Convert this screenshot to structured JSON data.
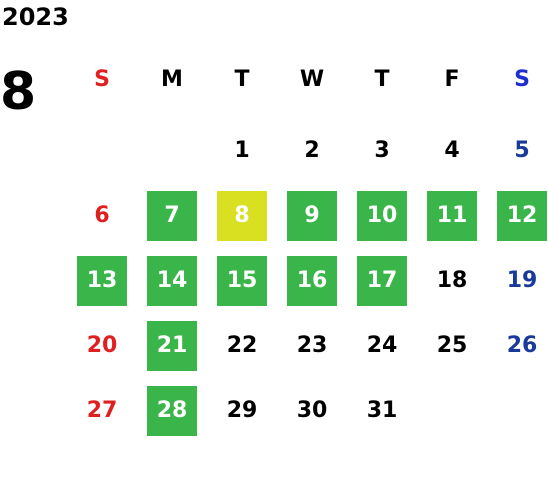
{
  "calendar": {
    "year": "2023",
    "month": "8",
    "colors": {
      "sunday": "#e02020",
      "saturday": "#1a3a9a",
      "weekday": "#000000",
      "highlight_bg": "#3ab54a",
      "today_bg": "#d8e021",
      "highlight_text": "#ffffff"
    },
    "weekdays": [
      "S",
      "M",
      "T",
      "W",
      "T",
      "F",
      "S"
    ],
    "days": [
      {
        "day": "1",
        "weekday": 2,
        "week": 0,
        "state": "normal"
      },
      {
        "day": "2",
        "weekday": 3,
        "week": 0,
        "state": "normal"
      },
      {
        "day": "3",
        "weekday": 4,
        "week": 0,
        "state": "normal"
      },
      {
        "day": "4",
        "weekday": 5,
        "week": 0,
        "state": "normal"
      },
      {
        "day": "5",
        "weekday": 6,
        "week": 0,
        "state": "normal"
      },
      {
        "day": "6",
        "weekday": 0,
        "week": 1,
        "state": "normal"
      },
      {
        "day": "7",
        "weekday": 1,
        "week": 1,
        "state": "highlight"
      },
      {
        "day": "8",
        "weekday": 2,
        "week": 1,
        "state": "today"
      },
      {
        "day": "9",
        "weekday": 3,
        "week": 1,
        "state": "highlight"
      },
      {
        "day": "10",
        "weekday": 4,
        "week": 1,
        "state": "highlight"
      },
      {
        "day": "11",
        "weekday": 5,
        "week": 1,
        "state": "highlight"
      },
      {
        "day": "12",
        "weekday": 6,
        "week": 1,
        "state": "highlight"
      },
      {
        "day": "13",
        "weekday": 0,
        "week": 2,
        "state": "highlight"
      },
      {
        "day": "14",
        "weekday": 1,
        "week": 2,
        "state": "highlight"
      },
      {
        "day": "15",
        "weekday": 2,
        "week": 2,
        "state": "highlight"
      },
      {
        "day": "16",
        "weekday": 3,
        "week": 2,
        "state": "highlight"
      },
      {
        "day": "17",
        "weekday": 4,
        "week": 2,
        "state": "highlight"
      },
      {
        "day": "18",
        "weekday": 5,
        "week": 2,
        "state": "normal"
      },
      {
        "day": "19",
        "weekday": 6,
        "week": 2,
        "state": "normal"
      },
      {
        "day": "20",
        "weekday": 0,
        "week": 3,
        "state": "normal"
      },
      {
        "day": "21",
        "weekday": 1,
        "week": 3,
        "state": "highlight"
      },
      {
        "day": "22",
        "weekday": 2,
        "week": 3,
        "state": "normal"
      },
      {
        "day": "23",
        "weekday": 3,
        "week": 3,
        "state": "normal"
      },
      {
        "day": "24",
        "weekday": 4,
        "week": 3,
        "state": "normal"
      },
      {
        "day": "25",
        "weekday": 5,
        "week": 3,
        "state": "normal"
      },
      {
        "day": "26",
        "weekday": 6,
        "week": 3,
        "state": "normal"
      },
      {
        "day": "27",
        "weekday": 0,
        "week": 4,
        "state": "normal"
      },
      {
        "day": "28",
        "weekday": 1,
        "week": 4,
        "state": "highlight"
      },
      {
        "day": "29",
        "weekday": 2,
        "week": 4,
        "state": "normal"
      },
      {
        "day": "30",
        "weekday": 3,
        "week": 4,
        "state": "normal"
      },
      {
        "day": "31",
        "weekday": 4,
        "week": 4,
        "state": "normal"
      }
    ]
  }
}
